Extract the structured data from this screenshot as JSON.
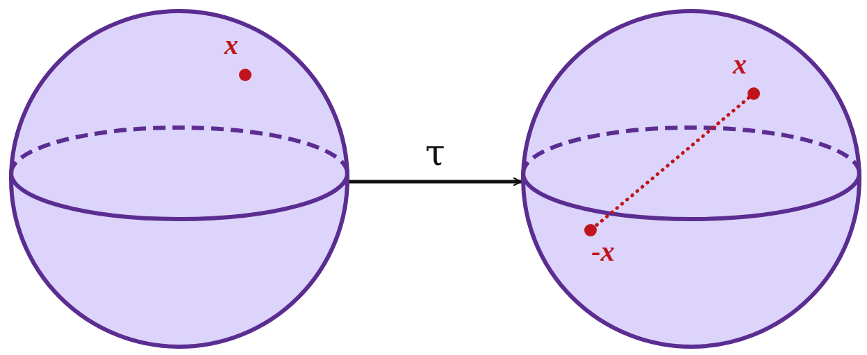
{
  "diagram": {
    "nodes": [
      {
        "text": [
          "x"
        ]
      },
      {
        "text": [
          "x",
          "-x"
        ]
      }
    ],
    "edges": [
      {
        "from": 0,
        "to": 1,
        "arrow": "to",
        "label": "τ"
      }
    ]
  }
}
